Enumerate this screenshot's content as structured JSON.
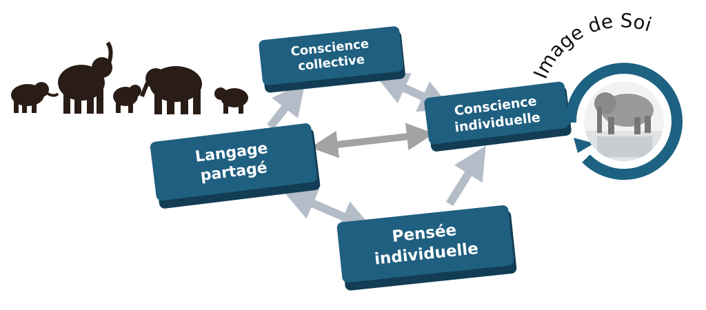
{
  "nodes": {
    "collective": {
      "line1": "Conscience",
      "line2": "collective"
    },
    "individuelle": {
      "line1": "Conscience",
      "line2": "individuelle"
    },
    "langage": {
      "line1": "Langage",
      "line2": "partagé"
    },
    "pensee": {
      "line1": "Pensée",
      "line2": "individuelle"
    }
  },
  "self_image": {
    "label": "Image de Soi"
  },
  "colors": {
    "box": "#1f5f80",
    "box_dark": "#123d54",
    "arrow": "#b3bcc7",
    "arrow_mid": "#a3a3a3",
    "ring": "#1d6282"
  }
}
